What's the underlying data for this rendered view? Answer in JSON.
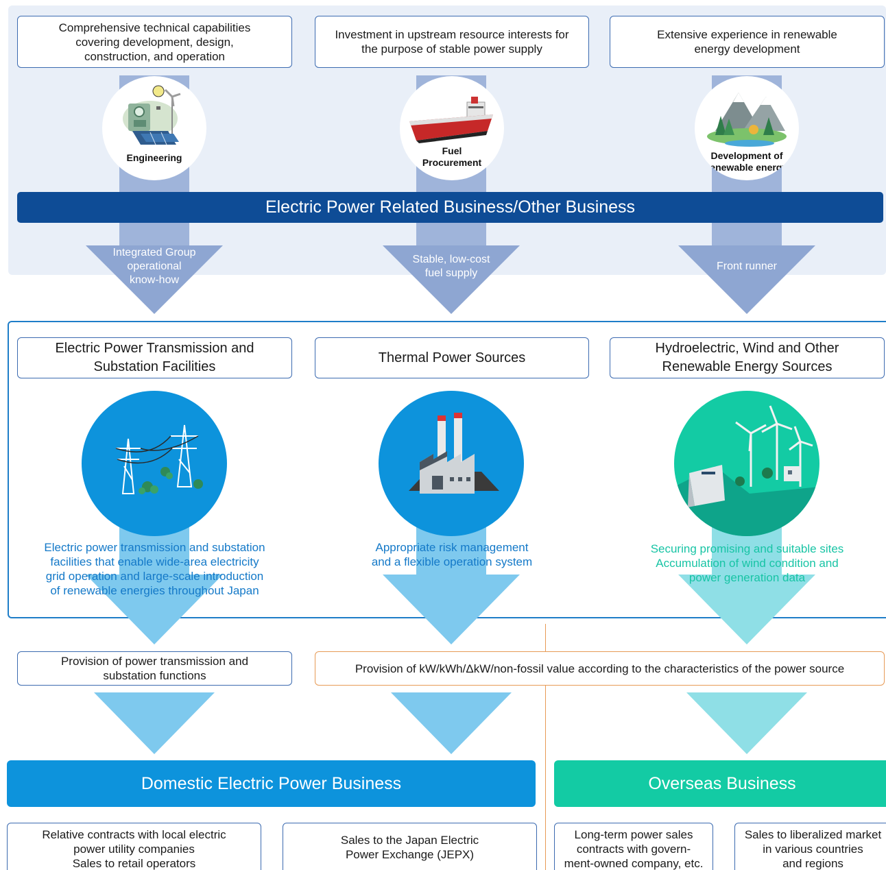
{
  "top_boxes": [
    {
      "text": "Comprehensive technical capabilities\ncovering development, design,\nconstruction, and operation"
    },
    {
      "text": "Investment in upstream resource interests for\nthe purpose of stable power supply"
    },
    {
      "text": "Extensive experience in renewable\nenergy development"
    }
  ],
  "top_circles": [
    {
      "label": "Engineering"
    },
    {
      "label": "Fuel\nProcurement"
    },
    {
      "label": "Development of\nrenewable energy"
    }
  ],
  "banner": {
    "text": "Electric Power Related Business/Other Business"
  },
  "arrow_labels": [
    {
      "text": "Integrated Group\noperational\nknow-how"
    },
    {
      "text": "Stable, low-cost\nfuel supply"
    },
    {
      "text": "Front runner"
    }
  ],
  "mid_boxes": [
    {
      "text": "Electric Power Transmission and\nSubstation Facilities"
    },
    {
      "text": "Thermal Power Sources"
    },
    {
      "text": "Hydroelectric, Wind and Other\nRenewable Energy Sources"
    }
  ],
  "mid_descriptions": [
    {
      "text": "Electric power transmission and substation\nfacilities that enable wide-area electricity\ngrid operation and large-scale introduction\nof renewable energies throughout Japan"
    },
    {
      "text": "Appropriate risk management\nand a flexible operation system"
    },
    {
      "text": "Securing promising and suitable sites\nAccumulation of wind condition and\npower generation data"
    }
  ],
  "provision_boxes": [
    {
      "text": "Provision of power transmission and\nsubstation functions"
    },
    {
      "text": "Provision of kW/kWh/ΔkW/non-fossil value according to the characteristics of the power source"
    }
  ],
  "sections": {
    "domestic": "Domestic Electric Power Business",
    "overseas": "Overseas Business"
  },
  "bottom_boxes": [
    {
      "text": "Relative contracts with local electric\npower utility companies\nSales to retail operators"
    },
    {
      "text": "Sales to the Japan Electric\nPower Exchange (JEPX)"
    },
    {
      "text": "Long-term power sales\ncontracts with govern-\nment-owned company, etc."
    },
    {
      "text": "Sales to liberalized market\nin various countries\nand regions"
    }
  ],
  "colors": {
    "navy": "#0e4c96",
    "blue": "#0d93dc",
    "teal": "#13cba4",
    "desc_blue": "#1479c8",
    "desc_teal": "#18c4a5",
    "slate_arrow": "#8ea6d2",
    "light_blue_arrow": "#7ec9ee",
    "light_teal_arrow": "#8fdfe6",
    "orange": "#e79a55"
  }
}
